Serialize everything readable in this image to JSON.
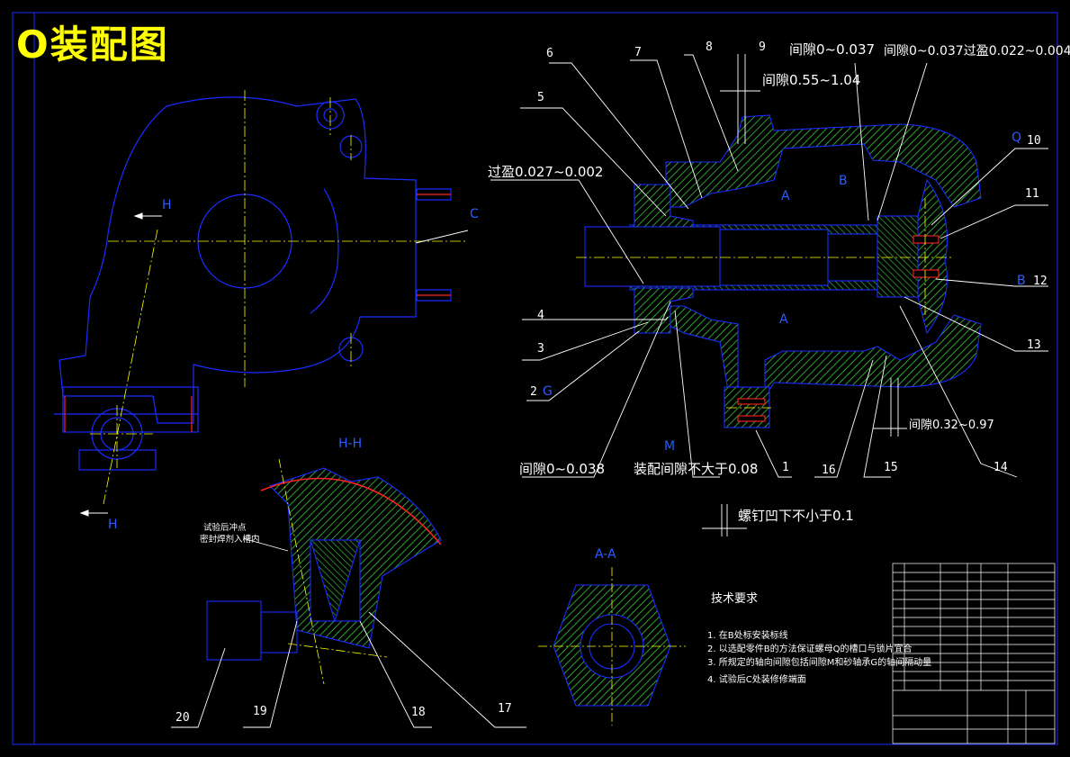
{
  "title": "O装配图",
  "colors": {
    "frame": "#1a2cff",
    "hatch": "#2f9f2f",
    "center": "#ffff00",
    "leader": "#ffffff",
    "red": "#ff2222",
    "part": "#1a2cff"
  },
  "part_numbers": [
    "1",
    "2",
    "3",
    "4",
    "5",
    "6",
    "7",
    "8",
    "9",
    "10",
    "11",
    "12",
    "13",
    "14",
    "15",
    "16",
    "17",
    "18",
    "19",
    "20"
  ],
  "dimensions": {
    "clear_0_037_a": "间隙0~0.037",
    "clear_0_037_b": "间隙0~0.037过盈0.022~0.004",
    "clear_0_55": "间隙0.55~1.04",
    "interf_0_027": "过盈0.027~0.002",
    "clear_0_038": "间隙0~0.038",
    "assembly_clear": "装配间隙不大于0.08",
    "clear_0_32": "间隙0.32~0.97",
    "screw": "螺钉凹下不小于0.1"
  },
  "section_labels": {
    "A1": "A",
    "A2": "A",
    "B1": "B",
    "B2": "B",
    "C": "C",
    "G": "G",
    "M": "M",
    "Q": "Q",
    "H1": "H",
    "H2": "H",
    "HH": "H-H",
    "AA": "A-A"
  },
  "section_note": [
    "试验后冲点",
    "密封焊剂入槽内"
  ],
  "tech_requirements": {
    "title": "技术要求",
    "items": [
      "1. 在B处标安装标线",
      "2. 以选配零件B的方法保证螺母Q的槽口与锁片宜合",
      "3. 所规定的轴向间隙包括间隙M和砂轴承G的轴间隔动量",
      "4. 试验后C处装修修端面"
    ]
  }
}
